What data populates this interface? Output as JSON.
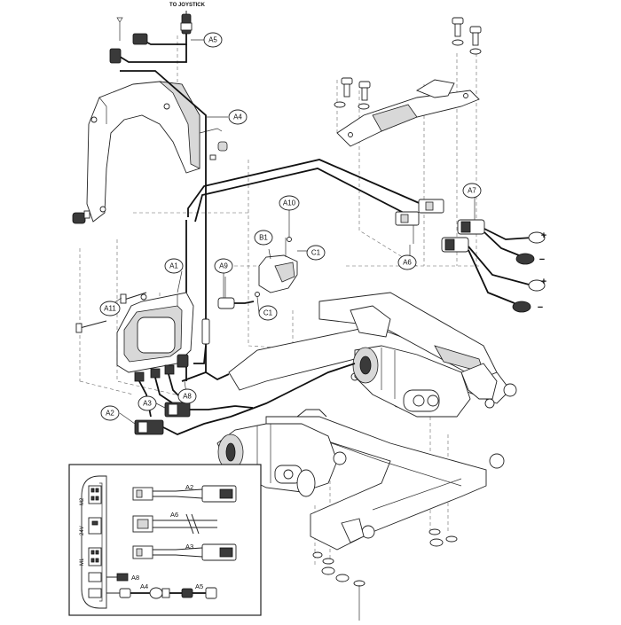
{
  "diagram": {
    "joystick_label": "TO JOYSTICK",
    "callouts": {
      "a1": "A1",
      "a2": "A2",
      "a3": "A3",
      "a4": "A4",
      "a5": "A5",
      "a6": "A6",
      "a7": "A7",
      "a8": "A8",
      "a9": "A9",
      "a10": "A10",
      "a11": "A11",
      "b1": "B1",
      "c1_top": "C1",
      "c1_bottom": "C1"
    },
    "polarity": {
      "plus_1": "+",
      "minus_1": "−",
      "plus_2": "+",
      "minus_2": "−"
    }
  },
  "inset": {
    "labels": {
      "a2": "A2",
      "a6": "A6",
      "a3": "A3",
      "a8": "A8",
      "a4": "A4",
      "a5": "A5"
    },
    "port_labels": {
      "m2": "M2",
      "bat": "24V",
      "m1": "M1"
    }
  }
}
